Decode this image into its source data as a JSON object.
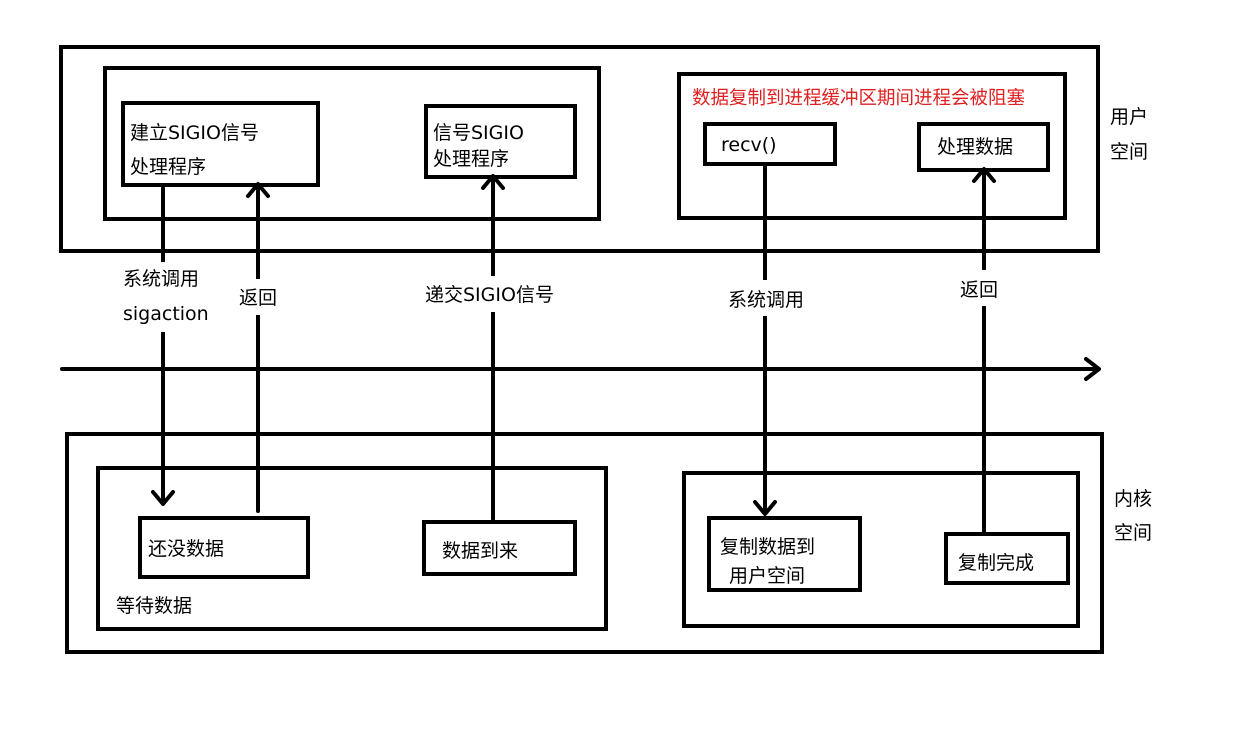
{
  "user_space": {
    "label_line1": "用户",
    "label_line2": "空间",
    "left_group": {
      "setup_handler_line1": "建立SIGIO信号",
      "setup_handler_line2": "处理程序",
      "signal_handler_line1": "信号SIGIO",
      "signal_handler_line2": "处理程序"
    },
    "right_group": {
      "blocking_note": "数据复制到进程缓冲区期间进程会被阻塞",
      "blocking_note_color": "#e02020",
      "recv": "recv()",
      "process_data": "处理数据"
    }
  },
  "arrows": {
    "syscall_sigaction_line1": "系统调用",
    "syscall_sigaction_line2": "sigaction",
    "return_1": "返回",
    "deliver_signal": "递交SIGIO信号",
    "syscall_recv": "系统调用",
    "return_2": "返回"
  },
  "kernel_space": {
    "label_line1": "内核",
    "label_line2": "空间",
    "left_group": {
      "no_data": "还没数据",
      "data_arrives": "数据到来",
      "wait_data": "等待数据"
    },
    "right_group": {
      "copy_data_line1": "复制数据到",
      "copy_data_line2": "用户空间",
      "copy_done": "复制完成"
    }
  }
}
